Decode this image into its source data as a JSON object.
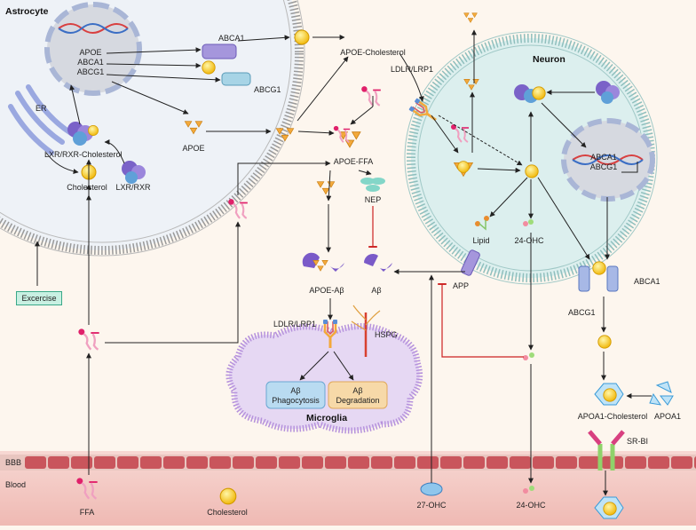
{
  "regions": {
    "astrocyte": "Astrocyte",
    "neuron": "Neuron",
    "microglia": "Microglia",
    "bbb": "BBB",
    "blood": "Blood"
  },
  "astrocyte": {
    "genes": [
      "APOE",
      "ABCA1",
      "ABCG1"
    ],
    "er": "ER",
    "lxr_chol": "LXR/RXR-Cholesterol",
    "cholesterol": "Cholesterol",
    "lxr": "LXR/RXR",
    "abca1": "ABCA1",
    "abcg1": "ABCG1",
    "apoe": "APOE"
  },
  "exercise": "Excercise",
  "center": {
    "apoe_chol": "APOE-Cholesterol",
    "apoe_ffa": "APOE-FFA",
    "nep": "NEP",
    "apoe_ab": "APOE-Aβ",
    "ab": "Aβ",
    "ldlr": "LDLR/LRP1",
    "hspg": "HSPG",
    "phago": [
      "Aβ",
      "Phagocytosis"
    ],
    "degrad": [
      "Aβ",
      "Degradation"
    ]
  },
  "neuron": {
    "ldlr": "LDLR/LRP1",
    "genes": [
      "ABCA1",
      "ABCG1"
    ],
    "lipid": "Lipid",
    "ohc24": "24-OHC",
    "app": "APP",
    "abca1": "ABCA1",
    "abcg1": "ABCG1"
  },
  "right": {
    "apoa1_chol": "APOA1-Cholesterol",
    "apoa1": "APOA1",
    "srbi": "SR-BI"
  },
  "blood": {
    "ffa": "FFA",
    "cholesterol": "Cholesterol",
    "ohc27": "27-OHC",
    "ohc24": "24-OHC"
  },
  "colors": {
    "background": "#fdf6ee",
    "astrocyte": "#eef2f7",
    "neuron": "#dcefee",
    "microglia": "#e6d8f3",
    "bbb": "#c9555c",
    "blood": "#f2c9c5",
    "apoe": "#f3a93b",
    "cholesterol": "#f5c518",
    "inhibit": "#cc2222"
  }
}
